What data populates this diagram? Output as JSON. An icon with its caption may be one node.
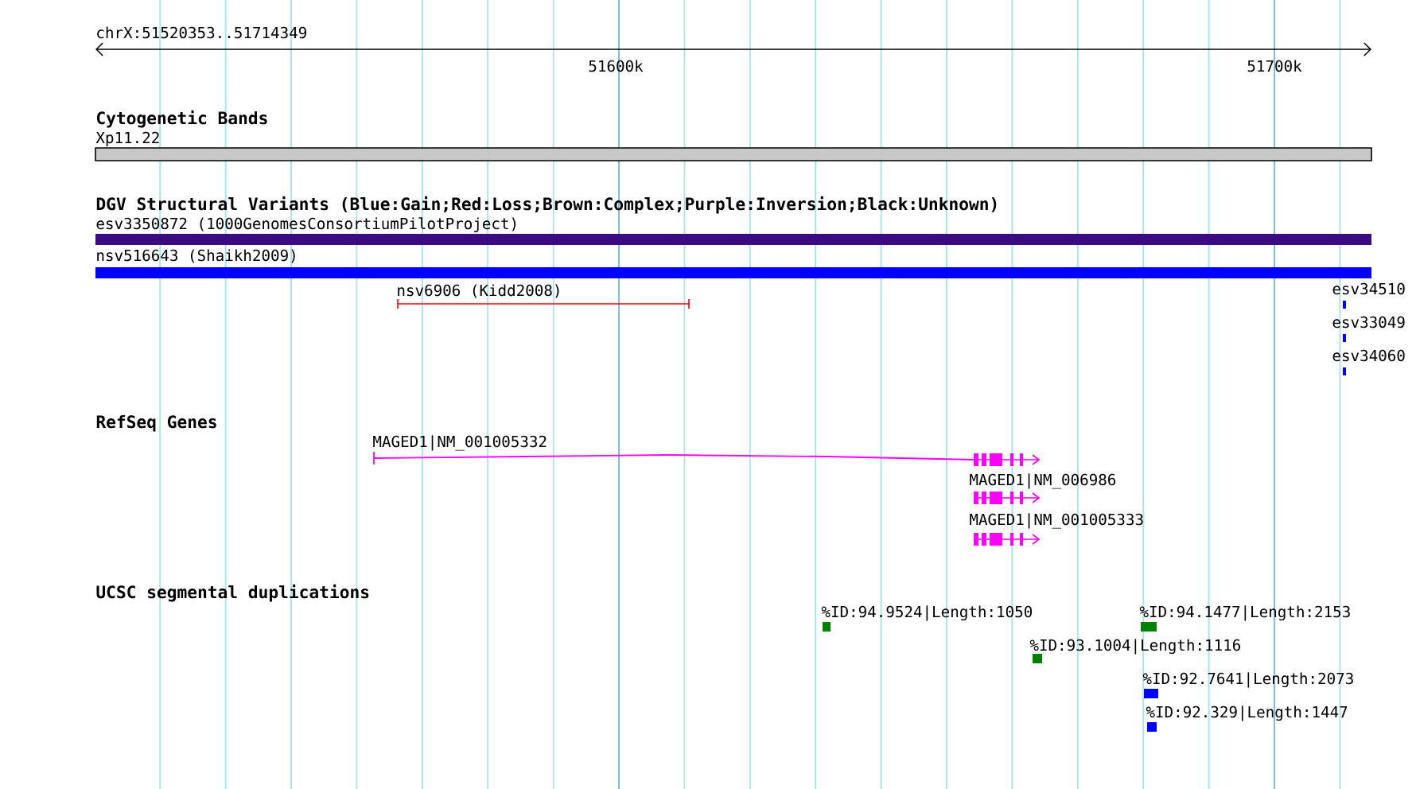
{
  "diagram": {
    "labels": [
      "chrX:51520353..51714349",
      "51600k",
      "51700k",
      "Cytogenetic Bands",
      "Xp11.22",
      "DGV Structural Variants (Blue:Gain;Red:Loss;Brown:Complex;Purple:Inversion;Black:Unknown)",
      "esv3350872 (1000GenomesConsortiumPilotProject)",
      "nsv516643 (Shaikh2009)",
      "nsv6906 (Kidd2008)",
      "esv34510",
      "esv33049",
      "esv34060",
      "RefSeq Genes",
      "MAGED1|NM_001005332",
      "MAGED1|NM_006986",
      "MAGED1|NM_001005333",
      "UCSC segmental duplications",
      "%ID:94.9524|Length:1050",
      "%ID:94.1477|Length:2153",
      "%ID:93.1004|Length:1116",
      "%ID:92.7641|Length:2073",
      "%ID:92.329|Length:1447"
    ]
  }
}
